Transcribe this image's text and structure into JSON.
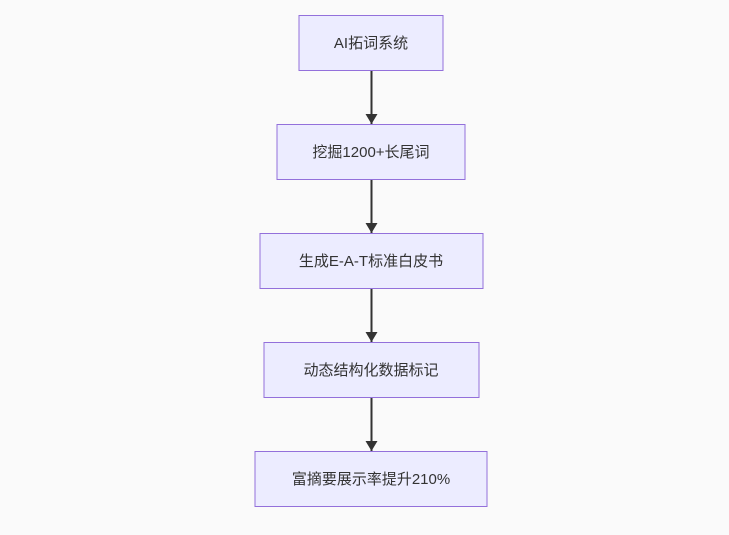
{
  "page": {
    "background_color": "#fafafa"
  },
  "diagram": {
    "type": "flowchart",
    "direction": "top-down",
    "style": {
      "node_fill": "#ECECFF",
      "node_border": "#9370DB",
      "text_color": "#333333",
      "arrow_color": "#333333"
    },
    "nodes": [
      {
        "id": "n1",
        "label": "AI拓词系统"
      },
      {
        "id": "n2",
        "label": "挖掘1200+长尾词"
      },
      {
        "id": "n3",
        "label": "生成E-A-T标准白皮书"
      },
      {
        "id": "n4",
        "label": "动态结构化数据标记"
      },
      {
        "id": "n5",
        "label": "富摘要展示率提升210%"
      }
    ],
    "edges": [
      {
        "from": "n1",
        "to": "n2"
      },
      {
        "from": "n2",
        "to": "n3"
      },
      {
        "from": "n3",
        "to": "n4"
      },
      {
        "from": "n4",
        "to": "n5"
      }
    ]
  }
}
